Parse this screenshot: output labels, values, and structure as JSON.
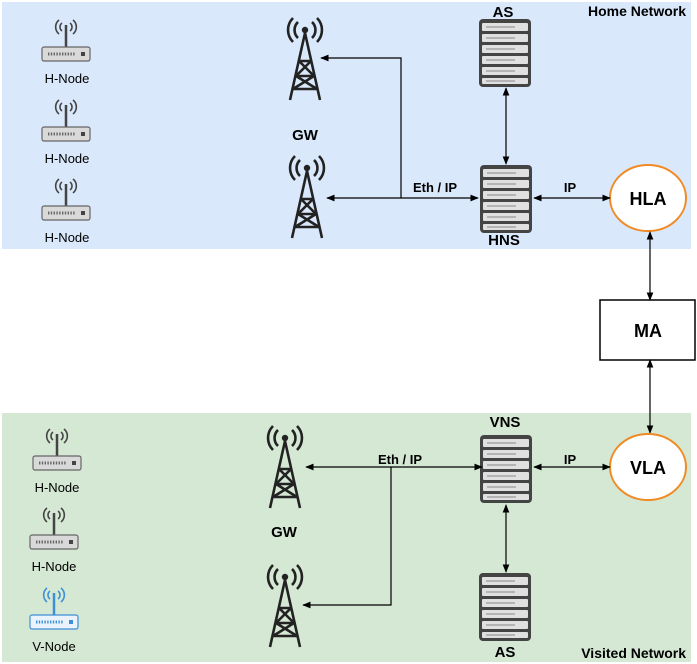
{
  "home_network": {
    "title": "Home Network",
    "nodes": [
      "H-Node",
      "H-Node",
      "H-Node"
    ],
    "gw_label": "GW",
    "as_label": "AS",
    "hns_label": "HNS",
    "hla_label": "HLA",
    "link_eth_ip": "Eth / IP",
    "link_ip": "IP"
  },
  "ma_label": "MA",
  "visited_network": {
    "title": "Visited Network",
    "nodes": [
      "H-Node",
      "H-Node",
      "V-Node"
    ],
    "gw_label": "GW",
    "vns_label": "VNS",
    "as_label": "AS",
    "vla_label": "VLA",
    "link_eth_ip": "Eth / IP",
    "link_ip": "IP"
  },
  "colors": {
    "home_bg": "#dae8fc",
    "visited_bg": "#d5e8d4",
    "circle_stroke": "#f08a24",
    "v_node": "#3d8fd6",
    "device_fill": "#d9d9d9",
    "device_stroke": "#666666"
  }
}
